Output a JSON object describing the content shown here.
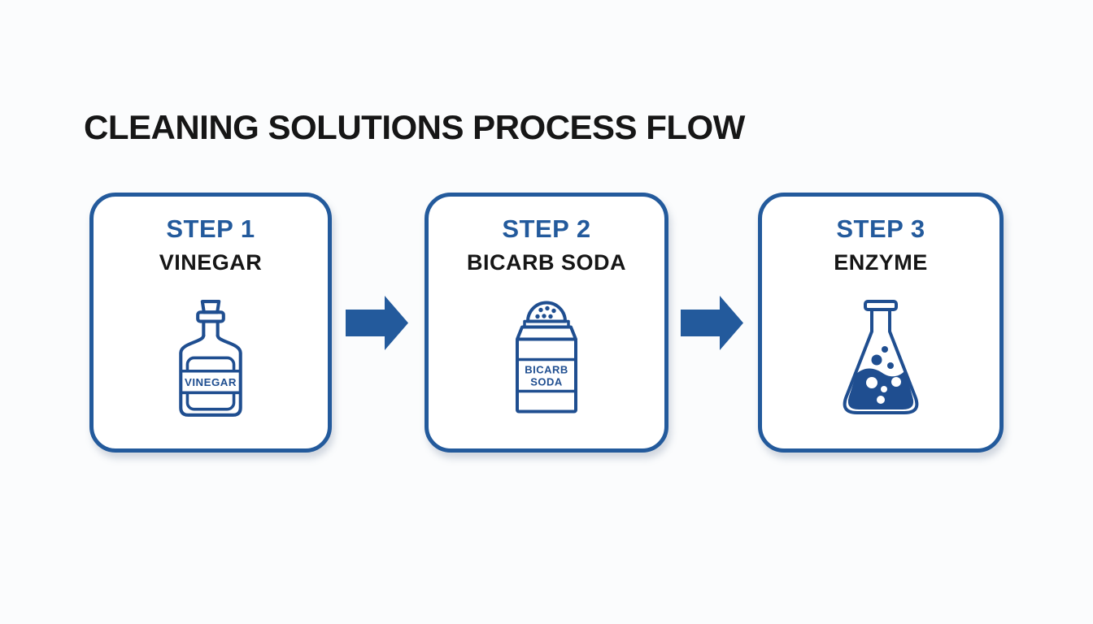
{
  "title": "CLEANING SOLUTIONS PROCESS FLOW",
  "colors": {
    "primary_blue": "#235a9c",
    "icon_navy": "#1f4e90",
    "text_black": "#161616",
    "background": "#fbfcfd",
    "card_background": "#ffffff"
  },
  "steps": [
    {
      "step_label": "STEP 1",
      "name": "VINEGAR",
      "icon": "vinegar-bottle-icon",
      "icon_text": "VINEGAR"
    },
    {
      "step_label": "STEP 2",
      "name": "BICARB SODA",
      "icon": "bicarb-soda-shaker-icon",
      "icon_text_line1": "BICARB",
      "icon_text_line2": "SODA"
    },
    {
      "step_label": "STEP 3",
      "name": "ENZYME",
      "icon": "enzyme-flask-icon"
    }
  ],
  "connectors": [
    {
      "type": "arrow-right"
    },
    {
      "type": "arrow-right"
    }
  ]
}
